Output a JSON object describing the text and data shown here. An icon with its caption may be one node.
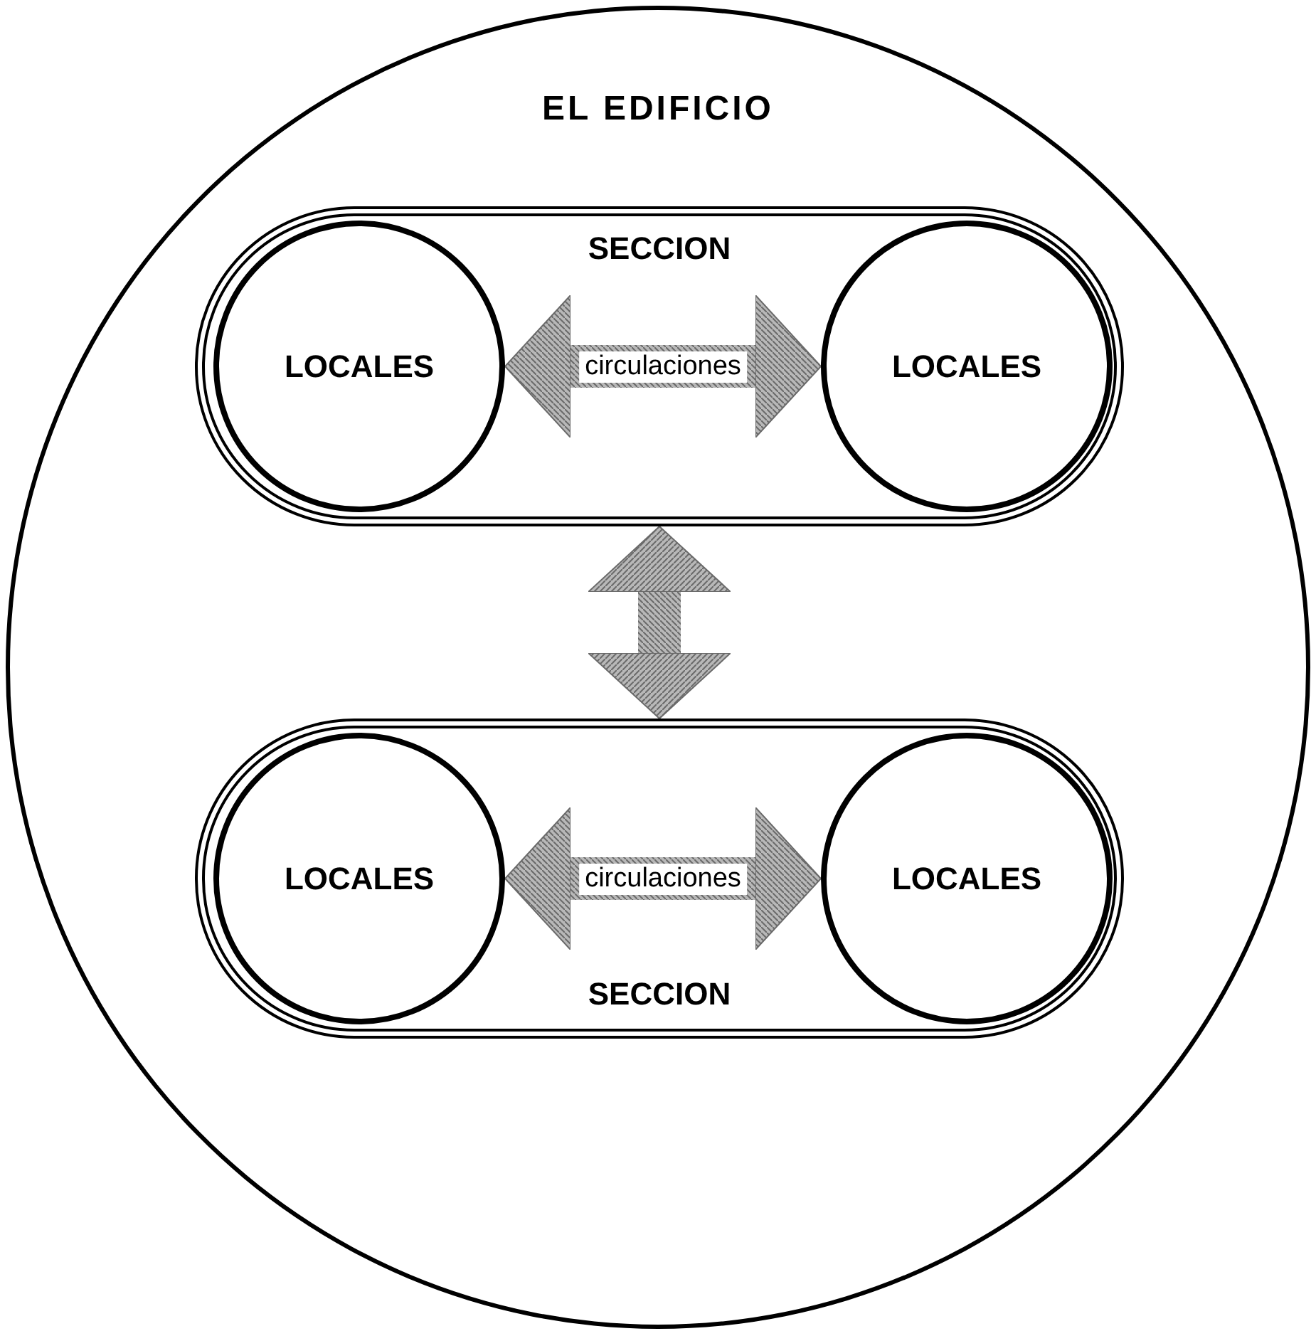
{
  "diagram": {
    "nodes": [
      {
        "text": [
          "EL EDIFICIO"
        ]
      },
      {
        "text": [
          "SECCION"
        ],
        "in": 0
      },
      {
        "text": [
          "LOCALES"
        ],
        "in": 1
      },
      {
        "text": [
          "LOCALES"
        ],
        "in": 1
      },
      {
        "text": [
          "SECCION"
        ],
        "in": 0
      },
      {
        "text": [
          "LOCALES"
        ],
        "in": 4
      },
      {
        "text": [
          "LOCALES"
        ],
        "in": 4
      }
    ],
    "edges": [
      {
        "from": 2,
        "to": 3,
        "arrow": "both",
        "label": "circulaciones",
        "style": "thick"
      },
      {
        "from": 1,
        "to": 4,
        "arrow": "both",
        "style": "thick"
      },
      {
        "from": 5,
        "to": 6,
        "arrow": "both",
        "label": "circulaciones",
        "style": "thick"
      }
    ]
  }
}
